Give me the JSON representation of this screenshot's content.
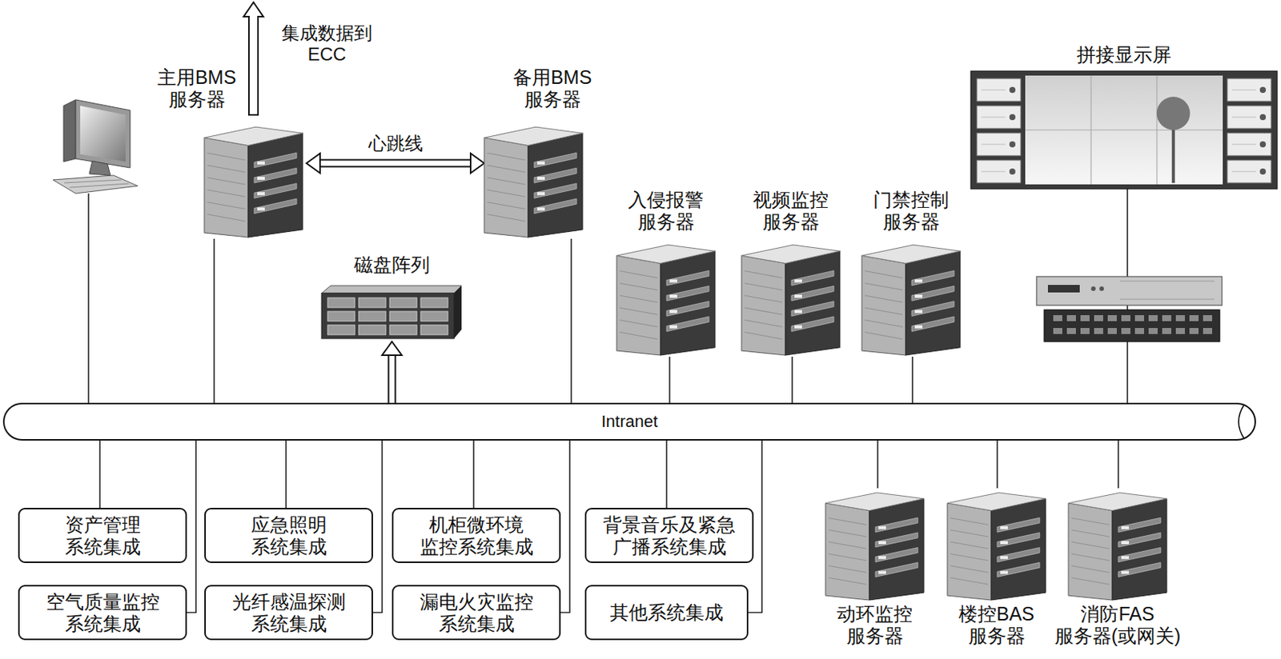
{
  "diagram": {
    "nodes": [
      {
        "text": [
          "主用BMS 服务器"
        ]
      },
      {
        "text": [
          "备用BMS 服务器"
        ]
      },
      {
        "text": [
          "拼接显示屏"
        ]
      },
      {
        "text": [
          "入侵报警 服务器"
        ]
      },
      {
        "text": [
          "视频监控 服务器"
        ]
      },
      {
        "text": [
          "门禁控制 服务器"
        ]
      },
      {
        "text": [
          "磁盘阵列"
        ]
      },
      {
        "text": [
          "Intranet"
        ]
      },
      {
        "text": [
          "资产管理 系统集成"
        ]
      },
      {
        "text": [
          "应急照明 系统集成"
        ]
      },
      {
        "text": [
          "机柜微环境 监控系统集成"
        ]
      },
      {
        "text": [
          "背景音乐及紧急 广播系统集成"
        ]
      },
      {
        "text": [
          "空气质量监控 系统集成"
        ]
      },
      {
        "text": [
          "光纤感温探测 系统集成"
        ]
      },
      {
        "text": [
          "漏电火灾监控 系统集成"
        ]
      },
      {
        "text": [
          "其他系统集成"
        ]
      },
      {
        "text": [
          "动环监控 服务器"
        ]
      },
      {
        "text": [
          "楼控BAS 服务器"
        ]
      },
      {
        "text": [
          "消防FAS 服务器(或网关)"
        ]
      }
    ],
    "edges": [
      {
        "from": 0,
        "to": 1,
        "arrow": "both",
        "label": "心跳线"
      },
      {
        "from": 0,
        "to": 7,
        "arrow": "none"
      },
      {
        "from": 1,
        "to": 7,
        "arrow": "none"
      },
      {
        "from": 7,
        "to": 6,
        "arrow": "to"
      },
      {
        "from": 3,
        "to": 7,
        "arrow": "none"
      },
      {
        "from": 4,
        "to": 7,
        "arrow": "none"
      },
      {
        "from": 5,
        "to": 7,
        "arrow": "none"
      },
      {
        "from": 2,
        "to": 7,
        "arrow": "none"
      },
      {
        "from": 7,
        "to": 8,
        "arrow": "none"
      },
      {
        "from": 7,
        "to": 9,
        "arrow": "none"
      },
      {
        "from": 7,
        "to": 10,
        "arrow": "none"
      },
      {
        "from": 7,
        "to": 11,
        "arrow": "none"
      },
      {
        "from": 7,
        "to": 12,
        "arrow": "none"
      },
      {
        "from": 7,
        "to": 13,
        "arrow": "none"
      },
      {
        "from": 7,
        "to": 14,
        "arrow": "none"
      },
      {
        "from": 7,
        "to": 15,
        "arrow": "none"
      },
      {
        "from": 7,
        "to": 16,
        "arrow": "none"
      },
      {
        "from": 7,
        "to": 17,
        "arrow": "none"
      },
      {
        "from": 7,
        "to": 18,
        "arrow": "none"
      }
    ],
    "labels": [
      "集成数据到 ECC"
    ]
  }
}
